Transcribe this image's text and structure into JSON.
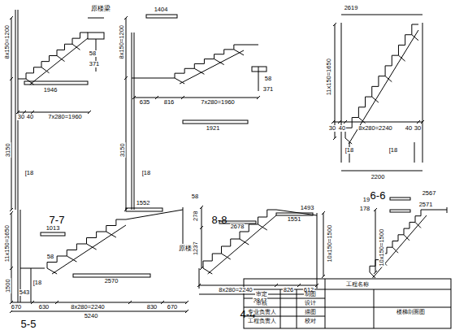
{
  "diagram": {
    "labels": [
      "原楼梁",
      "8x150=1200",
      "58",
      "371",
      "1946",
      "3150",
      "30",
      "40",
      "7x280=1960",
      "[18",
      "7-7",
      "1404",
      "8x150=1200",
      "58",
      "371",
      "635",
      "816",
      "7x280=1960",
      "1921",
      "3150",
      "[18",
      "8-8",
      "2619",
      "11x150=1650",
      "30",
      "40",
      "8x280=2240",
      "40",
      "30",
      "[18",
      "[18",
      "2200",
      "6-6",
      "1552",
      "1013",
      "11x150=1650",
      "2570",
      "原楼梁",
      "58",
      "543",
      "1500",
      "[18",
      "670",
      "630",
      "8x280=2240",
      "830",
      "670",
      "5240",
      "5-5",
      "58",
      "278",
      "1493",
      "2678",
      "1551",
      "1237",
      "8x280=2240",
      "826",
      "612",
      "3847",
      "10x150=1500",
      "4-4",
      "19",
      "178",
      "2567",
      "2571",
      "10x150=1500",
      "工程名称",
      "审定",
      "审核",
      "专业负责人",
      "工程负责人",
      "制图",
      "设计",
      "描图",
      "校对",
      "楼梯剖面图"
    ]
  }
}
